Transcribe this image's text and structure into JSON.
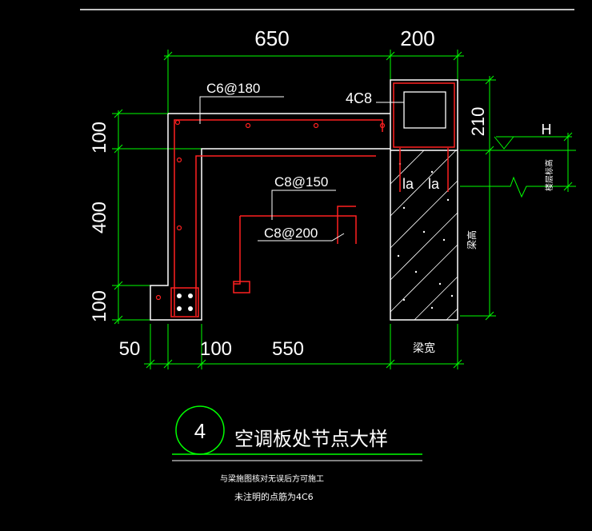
{
  "drawing": {
    "title_number": "4",
    "title": "空调板处节点大样",
    "notes": [
      "与梁施图核对无误后方可施工",
      "未注明的点筋为4C6"
    ]
  },
  "dimensions": {
    "top_650": "650",
    "top_200": "200",
    "left_100_top": "100",
    "left_400": "400",
    "left_100_bottom": "100",
    "right_210": "210",
    "right_H": "H",
    "bottom_50": "50",
    "bottom_100": "100",
    "bottom_550": "550",
    "beam_width": "梁宽",
    "beam_height": "梁高",
    "floor_height": "楼层标高"
  },
  "rebar_labels": {
    "c6_180": "C6@180",
    "c8_150": "C8@150",
    "c8_200": "C8@200",
    "four_c8": "4C8",
    "la_left": "la",
    "la_right": "la"
  },
  "colors": {
    "outline": "#ffffff",
    "dimension": "#00ff00",
    "rebar": "#ff2020",
    "title_circle": "#00ff00",
    "background": "#000000"
  }
}
